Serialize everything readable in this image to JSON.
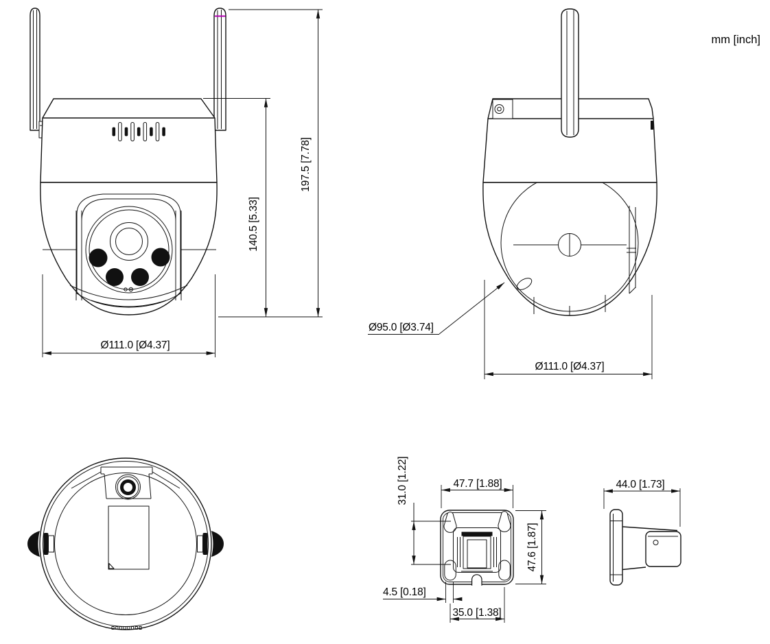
{
  "units_note": "mm [inch]",
  "colors": {
    "line": "#111111",
    "background": "#ffffff",
    "cad_artifact_highlight": "#b400b4"
  },
  "front_view": {
    "overall_height": "197.5 [7.78]",
    "body_height": "140.5 [5.33]",
    "base_diameter": "Ø111.0 [Ø4.37]"
  },
  "side_view": {
    "dome_diameter": "Ø95.0 [Ø3.74]",
    "base_diameter": "Ø111.0 [Ø4.37]"
  },
  "bracket_front_view": {
    "width": "47.7 [1.88]",
    "height": "47.6 [1.87]",
    "hole_offset": "31.0 [1.22]",
    "slot_width": "4.5 [0.18]",
    "hole_spacing": "35.0 [1.38]"
  },
  "bracket_side_view": {
    "depth": "44.0 [1.73]"
  }
}
